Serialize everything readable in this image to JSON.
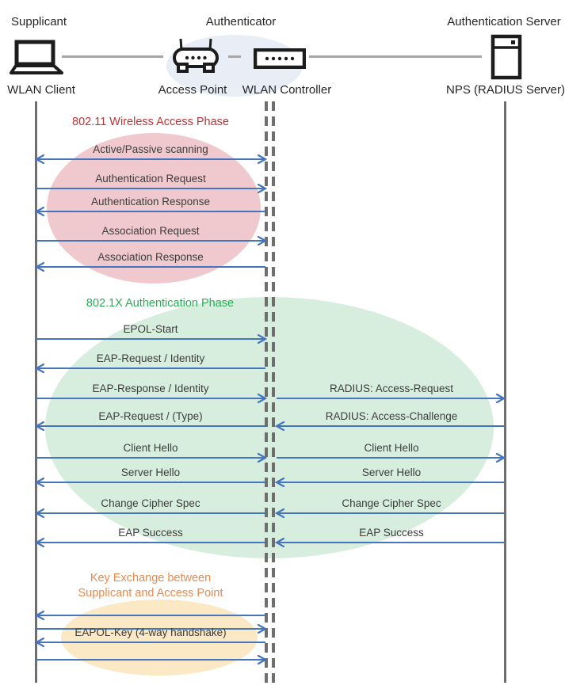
{
  "colors": {
    "arrow_blue": "#4575BD",
    "lifeline_gray": "#6F6F6F",
    "dashed_line_gray": "#6E6E6E",
    "connector_gray": "#A6A6A6",
    "icon_black": "#1C1C1C",
    "message_text": "#3C3C3C",
    "actor_text": "#262626",
    "authenticator_ellipse": "#E9EDF6",
    "phase1_ellipse": "#EFC9CD",
    "phase2_ellipse": "#D7EEDE",
    "phase3_ellipse": "#FBE9C5",
    "phase1_title": "#BE3338",
    "phase2_title": "#27AE54",
    "phase3_title": "#E78A50"
  },
  "actors": {
    "roles": [
      {
        "label": "Supplicant"
      },
      {
        "label": "Authenticator"
      },
      {
        "label": "Authentication Server"
      }
    ],
    "nodes": [
      {
        "label": "WLAN Client",
        "icon": "laptop-icon"
      },
      {
        "label": "Access Point",
        "icon": "wireless-router-icon"
      },
      {
        "label": "WLAN Controller",
        "icon": "controller-icon"
      },
      {
        "label": "NPS (RADIUS Server)",
        "icon": "server-icon"
      }
    ]
  },
  "phases": [
    {
      "title": "802.11 Wireless Access Phase",
      "messages": [
        {
          "label": "Active/Passive scanning",
          "segment": "client-controller",
          "direction": "both"
        },
        {
          "label": "Authentication Request",
          "segment": "client-controller",
          "direction": "right"
        },
        {
          "label": "Authentication Response",
          "segment": "client-controller",
          "direction": "left"
        },
        {
          "label": "Association Request",
          "segment": "client-controller",
          "direction": "right"
        },
        {
          "label": "Association Response",
          "segment": "client-controller",
          "direction": "left"
        }
      ]
    },
    {
      "title": "802.1X Authentication Phase",
      "messages": [
        {
          "label": "EPOL-Start",
          "segment": "client-controller",
          "direction": "right"
        },
        {
          "label": "EAP-Request / Identity",
          "segment": "client-controller",
          "direction": "left"
        },
        {
          "label": "EAP-Response / Identity",
          "segment": "client-controller",
          "direction": "right"
        },
        {
          "label": "RADIUS: Access-Request",
          "segment": "controller-server",
          "direction": "right"
        },
        {
          "label": "EAP-Request / (Type)",
          "segment": "client-controller",
          "direction": "left"
        },
        {
          "label": "RADIUS: Access-Challenge",
          "segment": "controller-server",
          "direction": "left"
        },
        {
          "label": "Client Hello",
          "segment": "client-controller",
          "direction": "right"
        },
        {
          "label": "Client Hello",
          "segment": "controller-server",
          "direction": "right"
        },
        {
          "label": "Server Hello",
          "segment": "client-controller",
          "direction": "left"
        },
        {
          "label": "Server Hello",
          "segment": "controller-server",
          "direction": "left"
        },
        {
          "label": "Change Cipher Spec",
          "segment": "client-controller",
          "direction": "left"
        },
        {
          "label": "Change Cipher Spec",
          "segment": "controller-server",
          "direction": "left"
        },
        {
          "label": "EAP Success",
          "segment": "client-controller",
          "direction": "left"
        },
        {
          "label": "EAP Success",
          "segment": "controller-server",
          "direction": "left"
        }
      ]
    },
    {
      "title_lines": [
        "Key Exchange between",
        "Supplicant and Access Point"
      ],
      "messages": [
        {
          "label": "",
          "segment": "client-controller",
          "direction": "left"
        },
        {
          "label": "",
          "segment": "client-controller",
          "direction": "right"
        },
        {
          "label": "EAPOL-Key (4-way handshake)",
          "segment": "client-controller",
          "direction": "left"
        },
        {
          "label": "",
          "segment": "client-controller",
          "direction": "right"
        }
      ]
    }
  ]
}
